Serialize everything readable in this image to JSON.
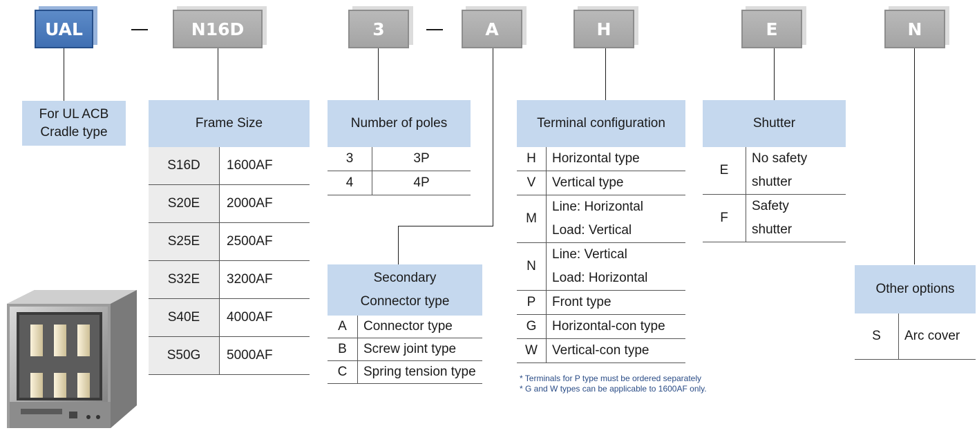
{
  "codes": {
    "ual": "UAL",
    "n16d": "N16D",
    "three": "3",
    "a": "A",
    "h": "H",
    "e": "E",
    "n": "N"
  },
  "cradle_label": {
    "line1": "For UL ACB",
    "line2": "Cradle type"
  },
  "frame_size": {
    "title": "Frame Size",
    "rows": [
      {
        "code": "S16D",
        "value": "1600AF"
      },
      {
        "code": "S20E",
        "value": "2000AF"
      },
      {
        "code": "S25E",
        "value": "2500AF"
      },
      {
        "code": "S32E",
        "value": "3200AF"
      },
      {
        "code": "S40E",
        "value": "4000AF"
      },
      {
        "code": "S50G",
        "value": "5000AF"
      }
    ]
  },
  "poles": {
    "title": "Number of poles",
    "rows": [
      {
        "code": "3",
        "value": "3P"
      },
      {
        "code": "4",
        "value": "4P"
      }
    ]
  },
  "secondary": {
    "title_line1": "Secondary",
    "title_line2": "Connector type",
    "rows": [
      {
        "code": "A",
        "value": "Connector type"
      },
      {
        "code": "B",
        "value": "Screw joint type"
      },
      {
        "code": "C",
        "value": "Spring tension type"
      }
    ]
  },
  "terminal": {
    "title": "Terminal configuration",
    "rows": [
      {
        "code": "H",
        "line1": "Horizontal type"
      },
      {
        "code": "V",
        "line1": "Vertical type"
      },
      {
        "code": "M",
        "line1": "Line: Horizontal",
        "line2": "Load: Vertical"
      },
      {
        "code": "N",
        "line1": "Line: Vertical",
        "line2": "Load: Horizontal"
      },
      {
        "code": "P",
        "line1": "Front type"
      },
      {
        "code": "G",
        "line1": "Horizontal-con type"
      },
      {
        "code": "W",
        "line1": "Vertical-con type"
      }
    ],
    "notes": [
      "* Terminals for P type must be ordered separately",
      "* G and W types can be applicable to 1600AF only."
    ]
  },
  "shutter": {
    "title": "Shutter",
    "rows": [
      {
        "code": "E",
        "line1": "No safety",
        "line2": "shutter"
      },
      {
        "code": "F",
        "line1": "Safety",
        "line2": "shutter"
      }
    ]
  },
  "other": {
    "title": "Other options",
    "rows": [
      {
        "code": "S",
        "value": "Arc cover"
      }
    ]
  },
  "colors": {
    "blue_block": "#3f6fb2",
    "gray_block": "#a4a4a4",
    "header_fill": "#c5d8ee"
  }
}
